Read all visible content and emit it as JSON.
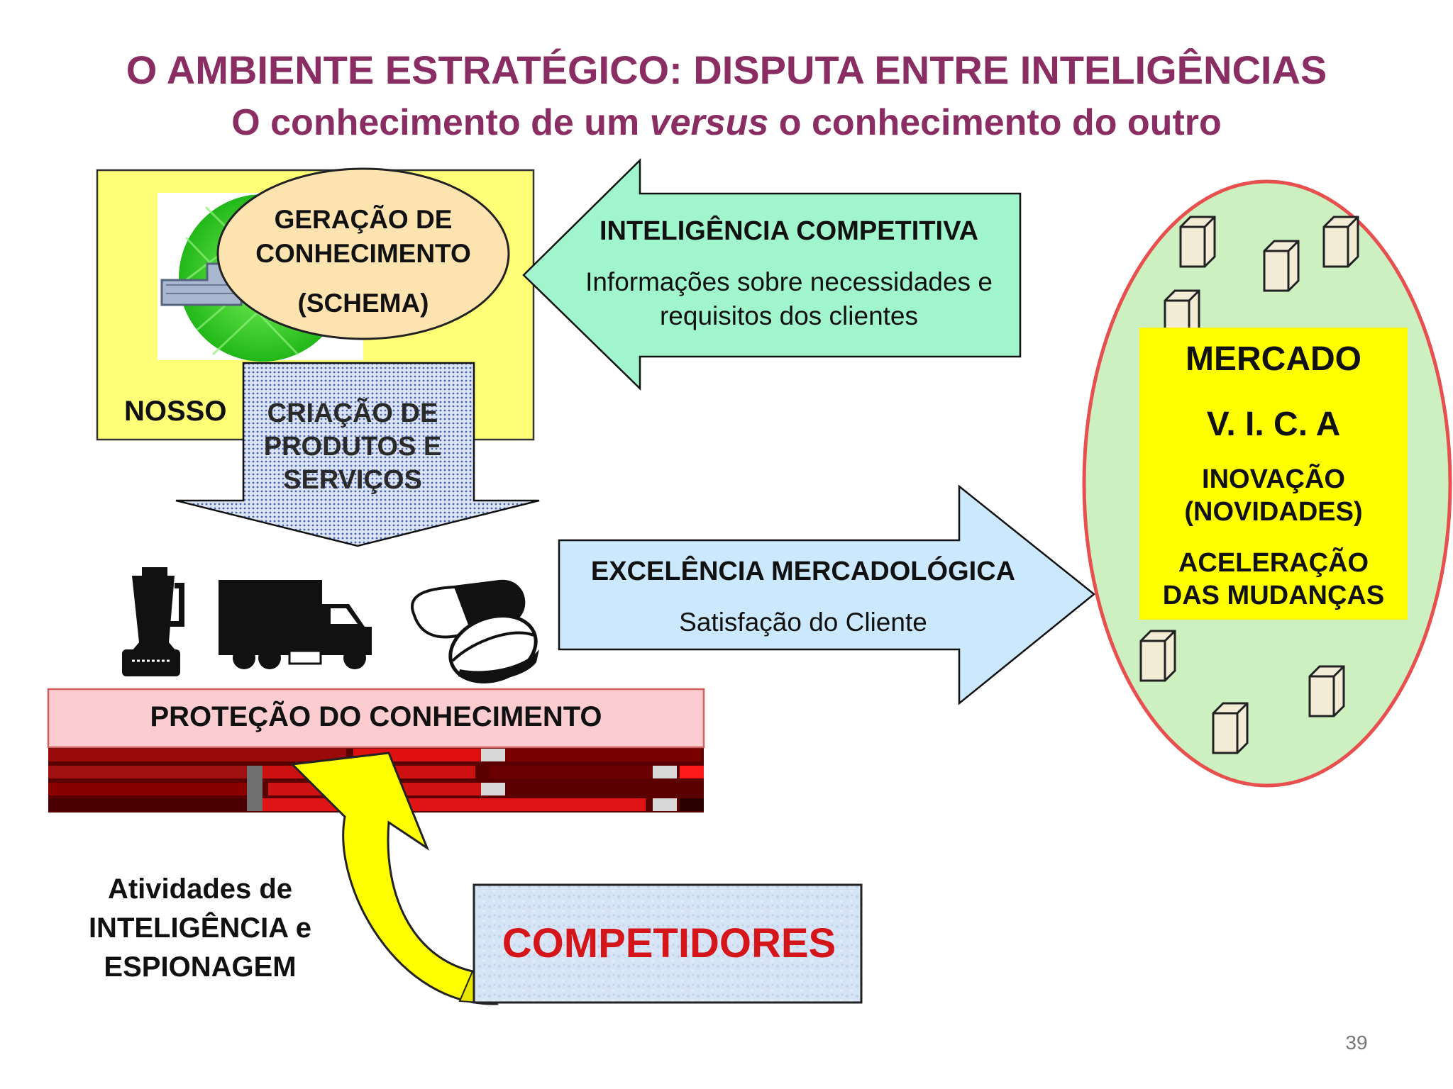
{
  "title": {
    "main": "O AMBIENTE ESTRATÉGICO: DISPUTA ENTRE INTELIGÊNCIAS",
    "sub_part1": "O conhecimento de um ",
    "sub_italic": "versus",
    "sub_part2": " o conhecimento do outro"
  },
  "nosso": {
    "label": "NOSSO",
    "ellipse_line1": "GERAÇÃO DE",
    "ellipse_line2": "CONHECIMENTO",
    "ellipse_line3": "(SCHEMA)"
  },
  "creation_arrow": {
    "line1": "CRIAÇÃO DE",
    "line2": "PRODUTOS E",
    "line3": "SERVIÇOS"
  },
  "intel_arrow": {
    "title": "INTELIGÊNCIA COMPETITIVA",
    "line1": "Informações sobre necessidades e",
    "line2": "requisitos dos clientes"
  },
  "excellence_arrow": {
    "title": "EXCELÊNCIA MERCADOLÓGICA",
    "subtitle": "Satisfação do Cliente"
  },
  "market": {
    "title": "MERCADO",
    "vica": "V. I. C. A",
    "line1": "INOVAÇÃO",
    "line2": "(NOVIDADES)",
    "line3": "ACELERAÇÃO",
    "line4": "DAS MUDANÇAS"
  },
  "protection": {
    "label": "PROTEÇÃO DO CONHECIMENTO"
  },
  "espionage": {
    "line1": "Atividades de",
    "line2": "INTELIGÊNCIA e",
    "line3": "ESPIONAGEM"
  },
  "competitors": {
    "label": "COMPETIDORES"
  },
  "page_number": "39",
  "colors": {
    "title": "#8a2d62",
    "nosso_box": "#ffff77",
    "ellipse": "#fde3b0",
    "intel_arrow": "#a0f5cc",
    "excellence_arrow": "#cce8fc",
    "market_ellipse": "#ccf0c0",
    "market_border": "#e85050",
    "market_box": "#ffff00",
    "protection_bar": "#fbcdd0",
    "competitors_text": "#d4161b",
    "yellow_arrow": "#ffff00"
  },
  "icons": [
    "globe-icon",
    "blender-icon",
    "truck-icon",
    "pill-icon",
    "cube-icon"
  ]
}
